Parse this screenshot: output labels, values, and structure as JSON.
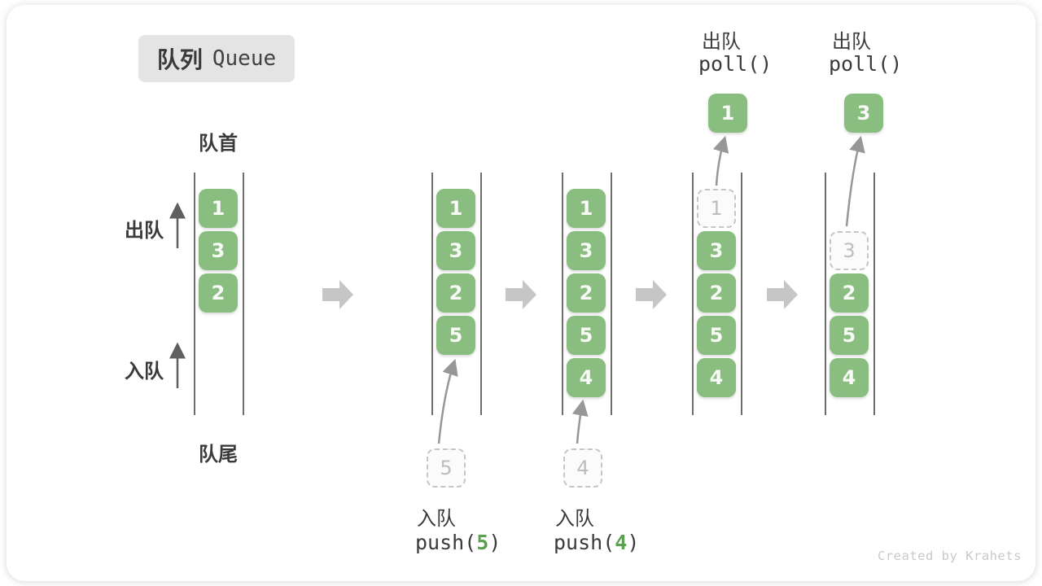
{
  "title": {
    "zh": "队列",
    "en": "Queue"
  },
  "side_labels": {
    "front": "队首",
    "rear": "队尾",
    "dequeue": "出队",
    "enqueue": "入队"
  },
  "states": [
    {
      "name": "initial",
      "cells": [
        "1",
        "3",
        "2"
      ]
    },
    {
      "name": "after-push-5",
      "cells": [
        "1",
        "3",
        "2",
        "5"
      ]
    },
    {
      "name": "after-push-4",
      "cells": [
        "1",
        "3",
        "2",
        "5",
        "4"
      ]
    },
    {
      "name": "poll-first",
      "ghost": "1",
      "cells": [
        "3",
        "2",
        "5",
        "4"
      ],
      "popped": "1",
      "op_label": "出队",
      "op_code": "poll()"
    },
    {
      "name": "poll-second",
      "ghost": "3",
      "cells": [
        "2",
        "5",
        "4"
      ],
      "popped": "3",
      "op_label": "出队",
      "op_code": "poll()"
    }
  ],
  "push_ops": [
    {
      "label": "入队",
      "code_prefix": "push(",
      "arg": "5",
      "code_suffix": ")",
      "ghost": "5"
    },
    {
      "label": "入队",
      "code_prefix": "push(",
      "arg": "4",
      "code_suffix": ")",
      "ghost": "4"
    }
  ],
  "watermark": "Created by Krahets",
  "colors": {
    "cell_green": "#8abd80",
    "code_arg_green": "#5aa050",
    "ghost_border": "#c6c6c6",
    "block_arrow_gray": "#c6c6c6",
    "column_line": "#6e6e6e",
    "badge_bg": "#e4e4e4",
    "watermark_gray": "#c9c9c9"
  }
}
